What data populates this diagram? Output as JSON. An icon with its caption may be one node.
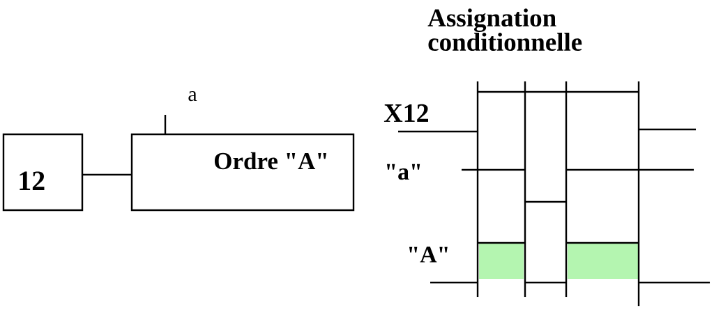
{
  "diagram": {
    "nodes": [
      {
        "text": [
          "12"
        ]
      },
      {
        "text": [
          "Ordre \"A\""
        ]
      }
    ],
    "edges": [
      {
        "from": 0,
        "to": 1,
        "arrow": "none"
      }
    ],
    "labels": [
      "Assignation conditionnelle",
      "a",
      "X12",
      "\"a\"",
      "\"A\""
    ]
  }
}
